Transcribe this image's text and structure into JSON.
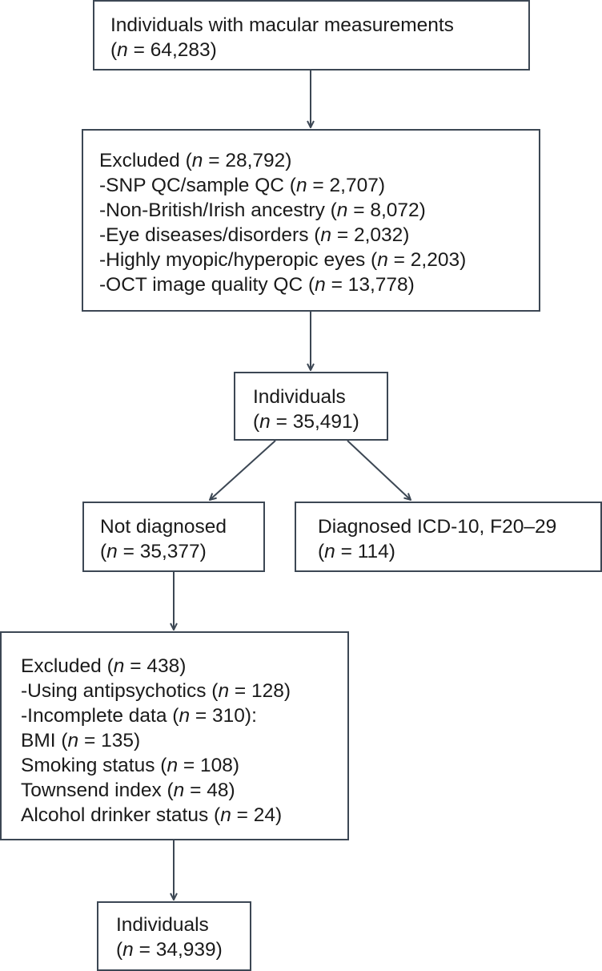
{
  "boxes": {
    "start": {
      "lines": [
        {
          "pre": "Individuals with macular measurements",
          "n": "",
          "post": ""
        },
        {
          "pre": "(",
          "n": "n",
          "post": " = 64,283)"
        }
      ]
    },
    "excluded1": {
      "lines": [
        {
          "pre": "Excluded (",
          "n": "n",
          "post": " = 28,792)"
        },
        {
          "pre": "-SNP QC/sample QC (",
          "n": "n",
          "post": " = 2,707)"
        },
        {
          "pre": "-Non-British/Irish ancestry (",
          "n": "n",
          "post": " = 8,072)"
        },
        {
          "pre": "-Eye diseases/disorders (",
          "n": "n",
          "post": " = 2,032)"
        },
        {
          "pre": "-Highly myopic/hyperopic eyes (",
          "n": "n",
          "post": " = 2,203)"
        },
        {
          "pre": "-OCT image quality QC (",
          "n": "n",
          "post": " = 13,778)"
        }
      ]
    },
    "individuals1": {
      "lines": [
        {
          "pre": "Individuals",
          "n": "",
          "post": ""
        },
        {
          "pre": "(",
          "n": "n",
          "post": " = 35,491)"
        }
      ]
    },
    "not_diagnosed": {
      "lines": [
        {
          "pre": "Not diagnosed",
          "n": "",
          "post": ""
        },
        {
          "pre": "(",
          "n": "n",
          "post": " = 35,377)"
        }
      ]
    },
    "diagnosed": {
      "lines": [
        {
          "pre": "Diagnosed ICD-10, F20–29",
          "n": "",
          "post": ""
        },
        {
          "pre": "(",
          "n": "n",
          "post": " = 114)"
        }
      ]
    },
    "excluded2": {
      "lines": [
        {
          "pre": "Excluded (",
          "n": "n",
          "post": " = 438)"
        },
        {
          "pre": "-Using antipsychotics (",
          "n": "n",
          "post": " = 128)"
        },
        {
          "pre": "-Incomplete data (",
          "n": "n",
          "post": " = 310):"
        },
        {
          "pre": "BMI (",
          "n": "n",
          "post": " = 135)"
        },
        {
          "pre": "Smoking status (",
          "n": "n",
          "post": " = 108)"
        },
        {
          "pre": "Townsend index (",
          "n": "n",
          "post": " = 48)"
        },
        {
          "pre": "Alcohol drinker status (",
          "n": "n",
          "post": " = 24)"
        }
      ]
    },
    "individuals2": {
      "lines": [
        {
          "pre": "Individuals",
          "n": "",
          "post": ""
        },
        {
          "pre": "(",
          "n": "n",
          "post": " = 34,939)"
        }
      ]
    }
  },
  "colors": {
    "stroke": "#3c4754",
    "text": "#1a1a1a"
  }
}
